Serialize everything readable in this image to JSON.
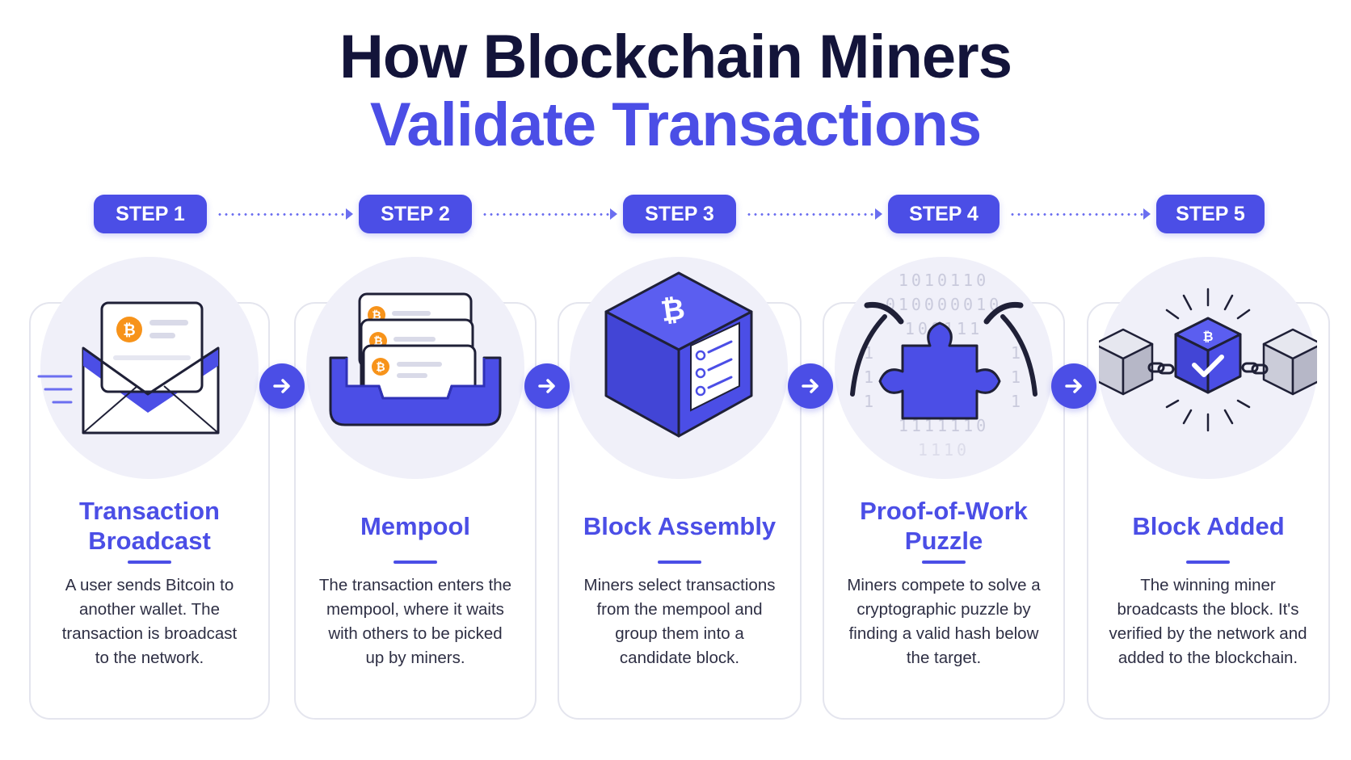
{
  "title": {
    "line1": "How Blockchain Miners",
    "line2": "Validate Transactions"
  },
  "colors": {
    "accent": "#4b4ee6",
    "dark": "#13143a",
    "bitcoin_orange": "#f7931a",
    "halo": "#f0f0f9"
  },
  "steps": [
    {
      "badge": "STEP 1",
      "title": "Transaction Broadcast",
      "description": "A user sends Bitcoin to another wallet. The transaction is broadcast to the network.",
      "icon": "envelope-bitcoin-icon"
    },
    {
      "badge": "STEP 2",
      "title": "Mempool",
      "description": "The transaction enters the mempool, where it waits with others to be picked up by miners.",
      "icon": "mempool-tray-icon"
    },
    {
      "badge": "STEP 3",
      "title": "Block Assembly",
      "description": "Miners select transactions from the mempool and group them into a candidate block.",
      "icon": "bitcoin-block-cube-icon"
    },
    {
      "badge": "STEP 4",
      "title": "Proof-of-Work Puzzle",
      "description": "Miners compete to solve a cryptographic puzzle by finding a valid hash below the target.",
      "icon": "puzzle-pickaxe-icon",
      "binary_rows": [
        "1010110",
        "010000010",
        "100111",
        "1 1",
        "1 1",
        "1 1",
        "1111110",
        "1110"
      ]
    },
    {
      "badge": "STEP 5",
      "title": "Block Added",
      "description": "The winning miner broadcasts the block. It's verified by the network and added to the blockchain.",
      "icon": "chained-blocks-check-icon"
    }
  ]
}
